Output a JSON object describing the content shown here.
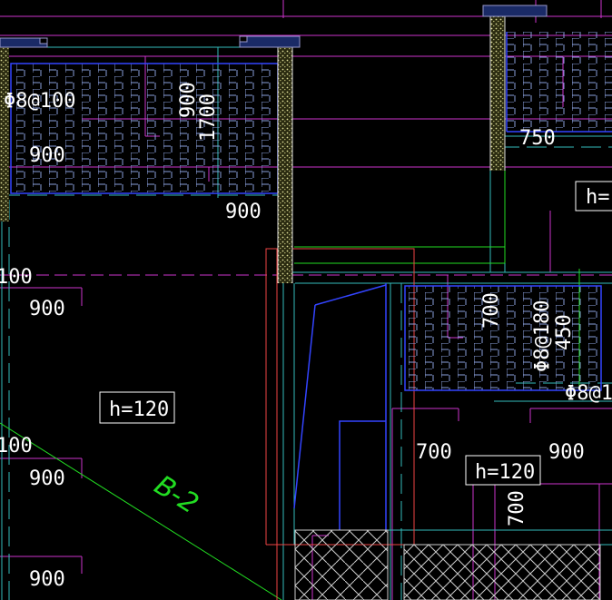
{
  "colors": {
    "background": "#000000",
    "magenta": "#cc33cc",
    "cyan": "#33bbbb",
    "blue": "#3344ff",
    "red": "#ee4444",
    "green": "#22dd22",
    "white": "#ffffff",
    "hatch": "#ccaa44"
  },
  "labels": {
    "rebar_top_left": "Φ8@100",
    "dim_900_tl": "900",
    "dim_900_vert": "900",
    "dim_1700": "1700",
    "dim_900_under": "900",
    "dim_750": "750",
    "h_top_right": "h=",
    "edge_100_a": "100",
    "dim_900_left_a": "900",
    "h120_center": "h=120",
    "edge_100_b": "100",
    "dim_900_left_b": "900",
    "slab_b2": "B-2",
    "dim_900_left_c": "900",
    "dim_700_vert": "700",
    "rebar_vert_180": "Φ8@180",
    "dim_450_vert": "450",
    "rebar_right_edge": "Φ8@1",
    "dim_700_mid": "700",
    "dim_900_right": "900",
    "h120_right": "h=120",
    "dim_700_bottom": "700"
  }
}
